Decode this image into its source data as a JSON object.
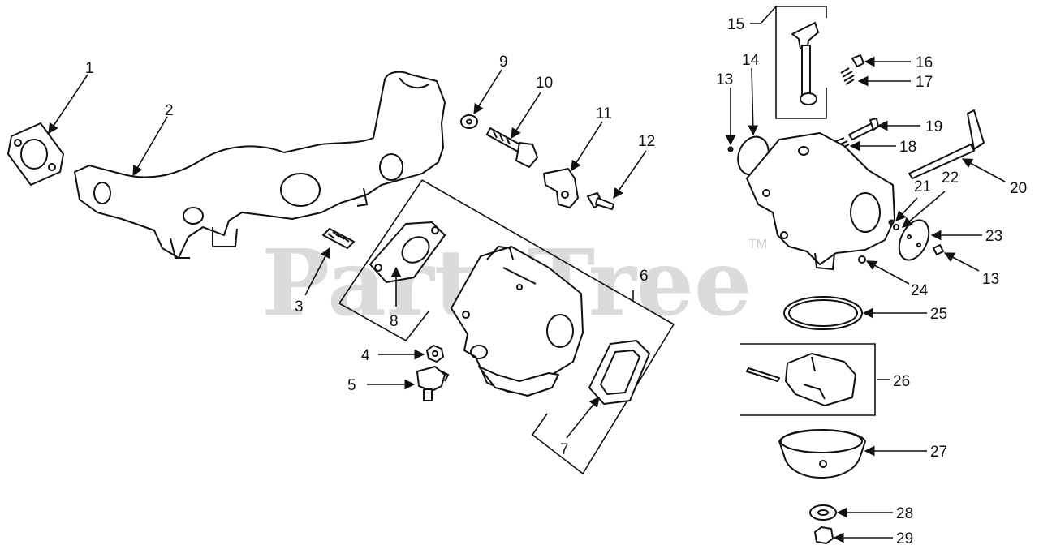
{
  "watermark": {
    "text": "PartsTree",
    "tm": "TM"
  },
  "callouts": [
    "1",
    "2",
    "3",
    "4",
    "5",
    "6",
    "7",
    "8",
    "9",
    "10",
    "11",
    "12",
    "13",
    "14",
    "15",
    "16",
    "17",
    "18",
    "19",
    "20",
    "21",
    "22",
    "23",
    "13",
    "24",
    "25",
    "26",
    "27",
    "28",
    "29"
  ]
}
